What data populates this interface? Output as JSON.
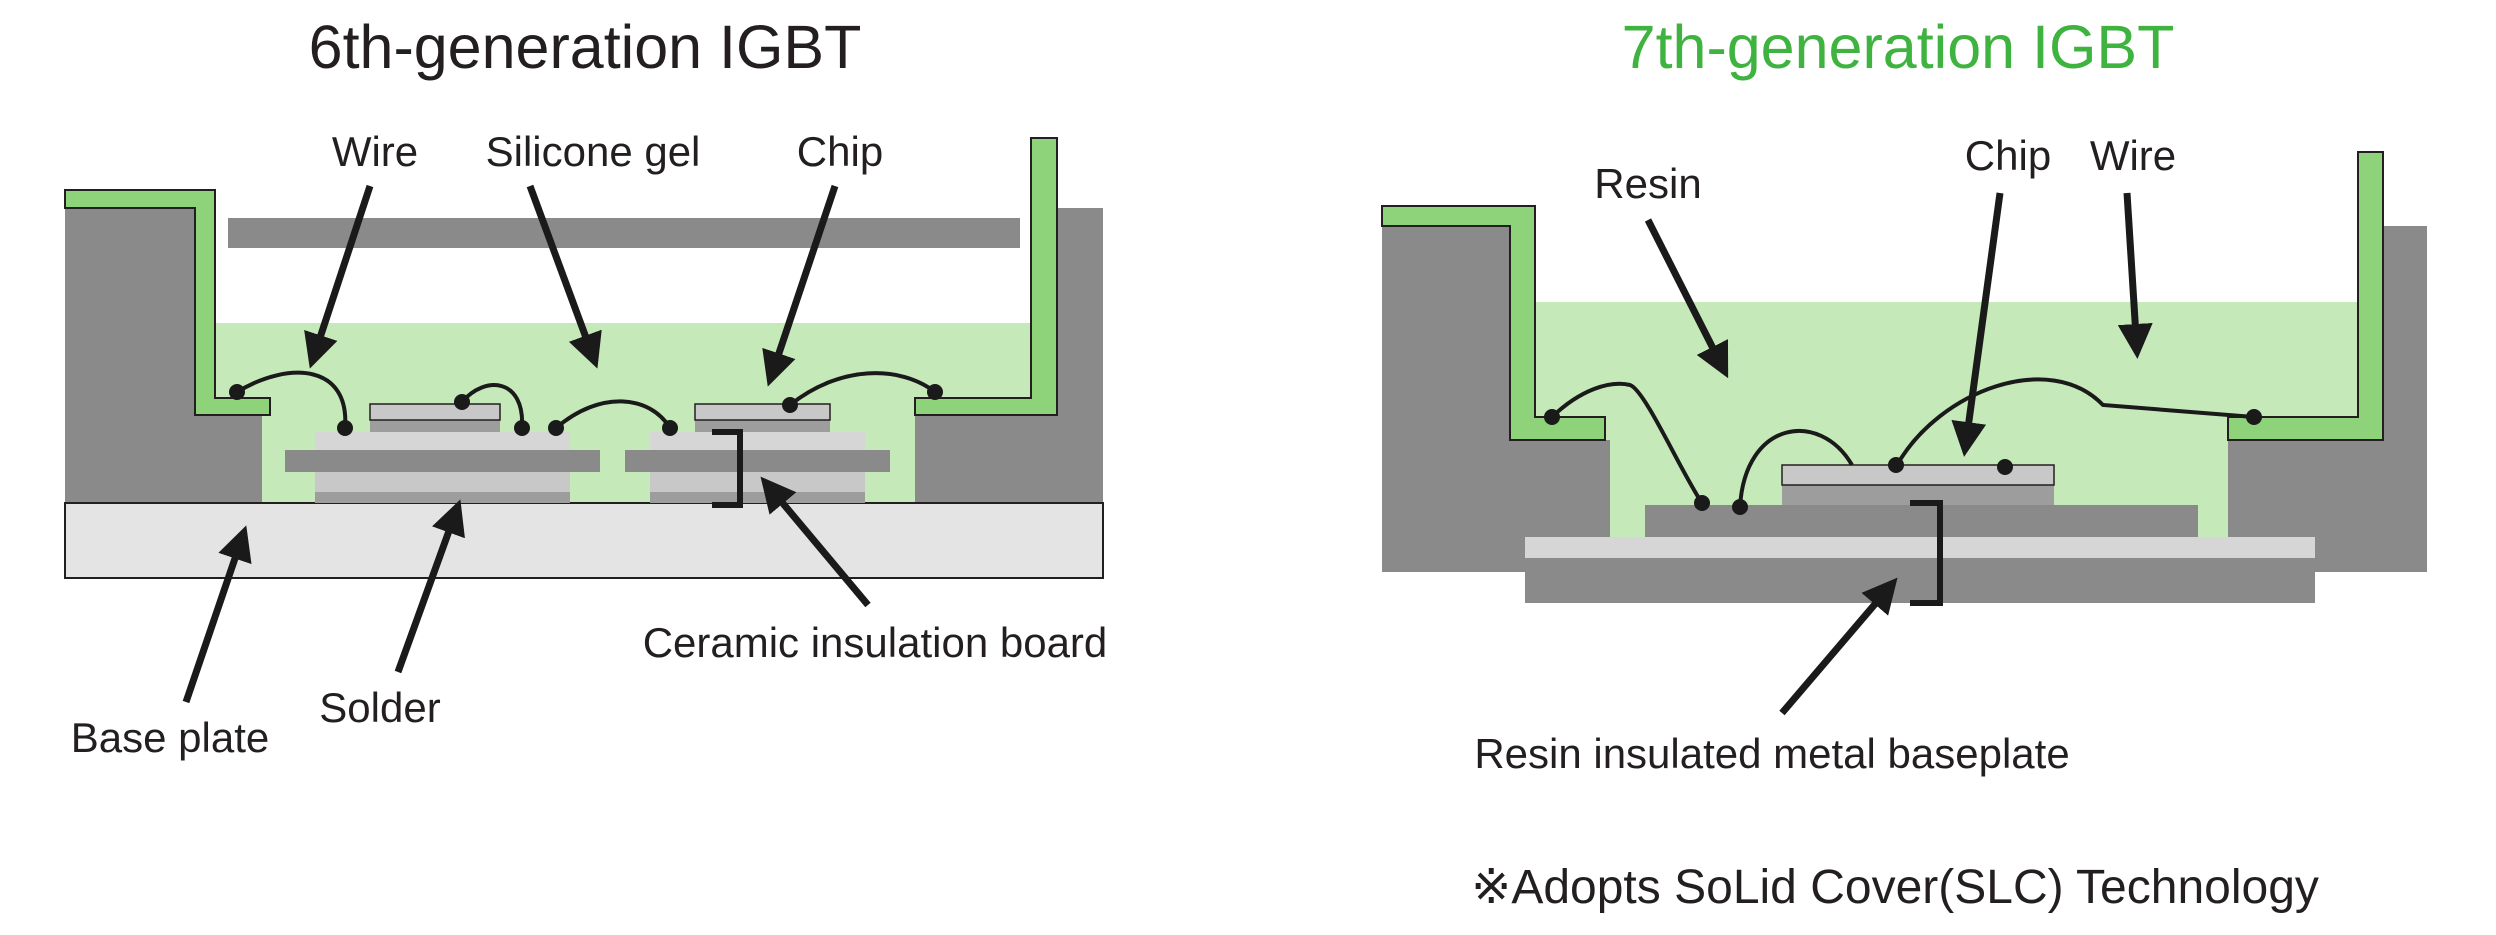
{
  "left": {
    "title": "6th-generation IGBT",
    "labels": {
      "wire": "Wire",
      "silicone_gel": "Silicone gel",
      "chip": "Chip",
      "ceramic": "Ceramic insulation board",
      "solder": "Solder",
      "base_plate": "Base plate"
    }
  },
  "right": {
    "title": "7th-generation IGBT",
    "labels": {
      "resin": "Resin",
      "chip": "Chip",
      "wire": "Wire",
      "baseplate": "Resin insulated metal baseplate"
    }
  },
  "footnote": "※Adopts SoLid Cover(SLC) Technology",
  "colors": {
    "text": "#231f20",
    "accent_title": "#3fb33f",
    "green_frame": "#8ed27a",
    "gel": "#c6e9b9",
    "dark_gray": "#8a8a8a",
    "mid_gray": "#9d9d9d",
    "light_gray": "#c8c8c8",
    "pale_gray": "#e4e4e4"
  }
}
